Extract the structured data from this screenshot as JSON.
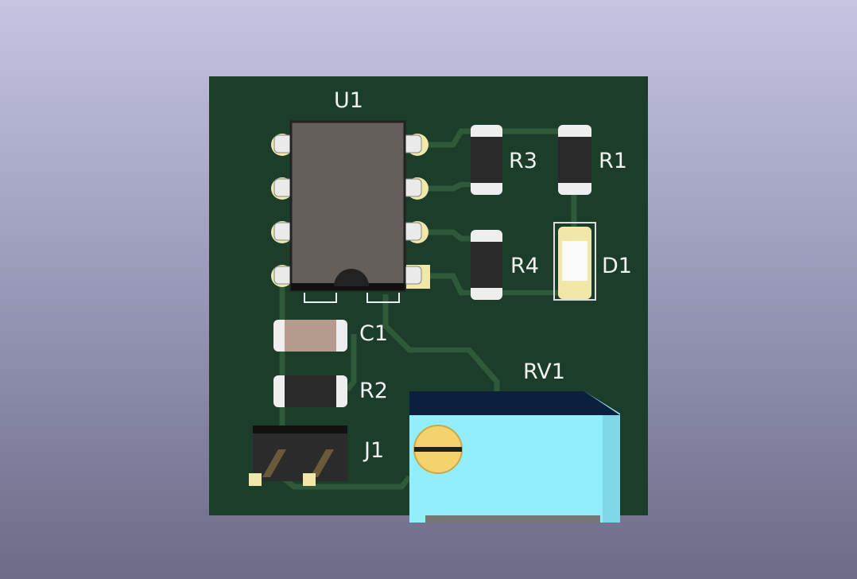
{
  "refs": {
    "u1": "U1",
    "r3": "R3",
    "r1": "R1",
    "r4": "R4",
    "d1": "D1",
    "c1": "C1",
    "r2": "R2",
    "rv1": "RV1",
    "j1": "J1"
  },
  "colors": {
    "board": "#1b3d29",
    "trace": "#2f5a3a",
    "pad": "#f1e7a8",
    "ic_body": "#645f5b",
    "pot_face": "#93eefb",
    "pot_top": "#0b1f3f",
    "knob": "#f5d36c"
  }
}
